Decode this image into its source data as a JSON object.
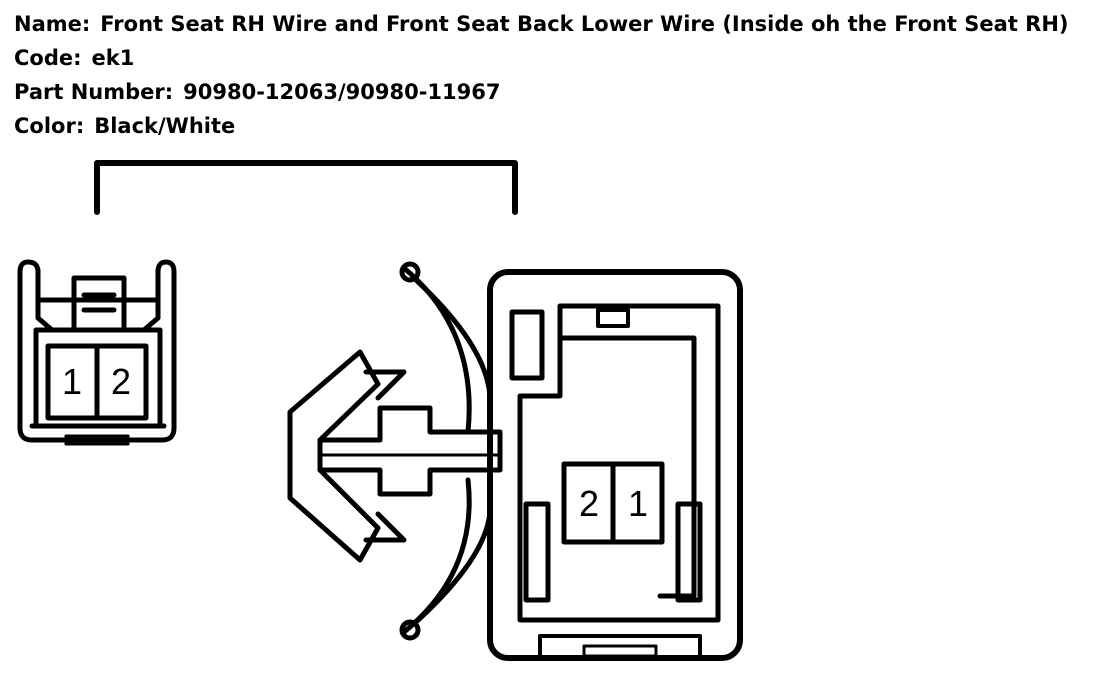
{
  "info": {
    "name_label": "Name:",
    "name_value": "Front Seat RH Wire and Front Seat Back Lower Wire (Inside oh the Front Seat RH)",
    "code_label": "Code:",
    "code_value": "ek1",
    "part_label": "Part Number:",
    "part_value": "90980-12063/90980-11967",
    "color_label": "Color:",
    "color_value": "Black/White"
  },
  "left_connector": {
    "pins": [
      "1",
      "2"
    ]
  },
  "right_connector": {
    "pins": [
      "2",
      "1"
    ]
  },
  "colors": {
    "line": "#000000",
    "background": "#ffffff"
  }
}
